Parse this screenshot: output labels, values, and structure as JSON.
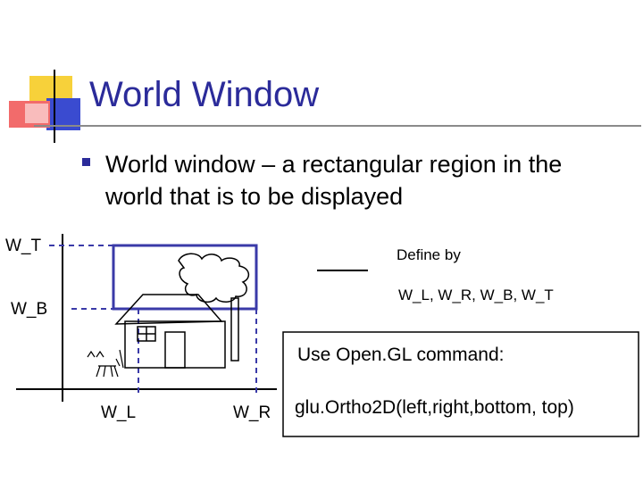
{
  "slide": {
    "title": "World Window",
    "bullet": "World window – a rectangular region in the world that is to be displayed"
  },
  "diagram": {
    "labels": {
      "w_t": "W_T",
      "w_b": "W_B",
      "w_l": "W_L",
      "w_r": "W_R"
    },
    "define_by": "Define by",
    "params": "W_L, W_R, W_B, W_T",
    "use_command": "Use Open.GL command:",
    "glu_command": "glu.Ortho2D(left,right,bottom, top)"
  },
  "colors": {
    "title": "#2b2b9a",
    "window_rect": "#3a3aa8",
    "deco_yellow": "#f7d13a",
    "deco_red": "#f26b6b",
    "deco_blue": "#3a4bd0"
  }
}
